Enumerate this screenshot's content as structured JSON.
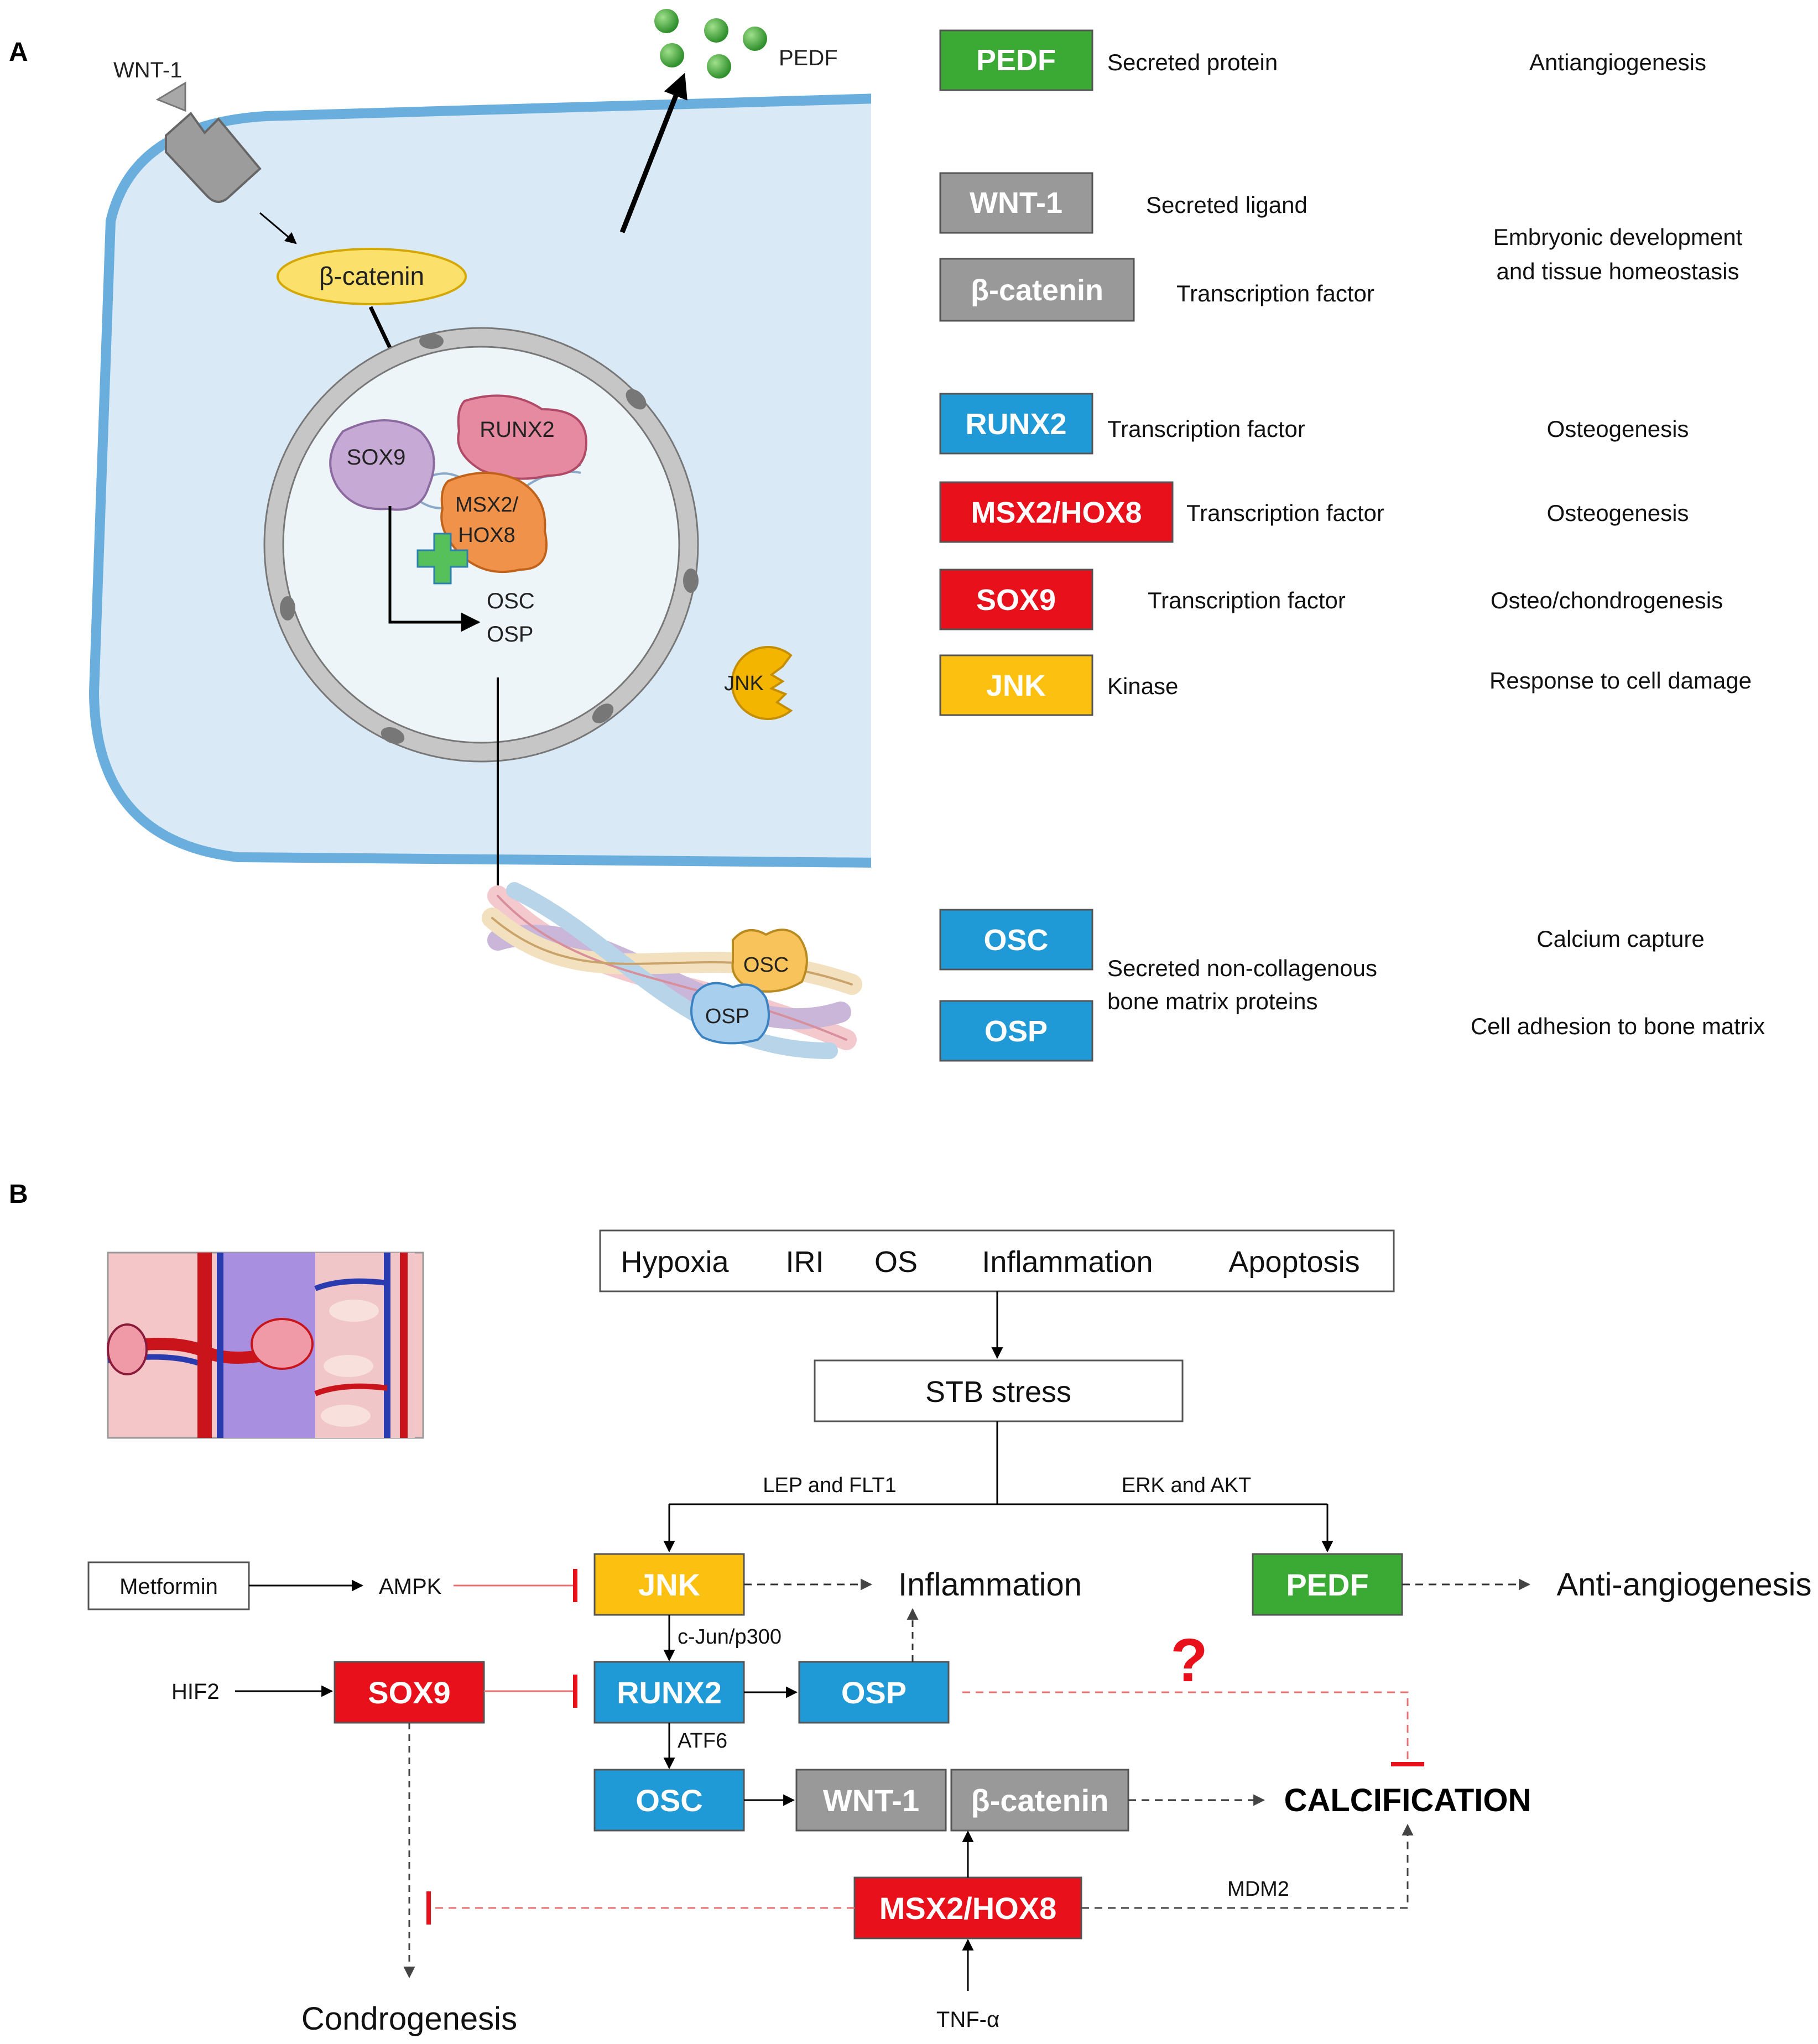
{
  "panel_a": {
    "label": "A",
    "cell": {
      "wnt1": "WNT-1",
      "beta_catenin": "β-catenin",
      "sox9": "SOX9",
      "runx2": "RUNX2",
      "msx2_line1": "MSX2/",
      "msx2_line2": "HOX8",
      "osc": "OSC",
      "osp": "OSP",
      "jnk": "JNK",
      "pedf": "PEDF",
      "fiber_osc": "OSC",
      "fiber_osp": "OSP"
    },
    "legend": [
      {
        "key": "pedf",
        "name": "PEDF",
        "type": "Secreted protein",
        "function": "Antiangiogenesis",
        "color": "#3aaa35"
      },
      {
        "key": "wnt1",
        "name": "WNT-1",
        "type": "Secreted ligand",
        "function": "",
        "color": "#999999"
      },
      {
        "key": "bcat",
        "name": "β-catenin",
        "type": "Transcription factor",
        "function": "",
        "color": "#999999"
      },
      {
        "key": "runx2",
        "name": "RUNX2",
        "type": "Transcription factor",
        "function": "Osteogenesis",
        "color": "#1f9ad6"
      },
      {
        "key": "msx2",
        "name": "MSX2/HOX8",
        "type": "Transcription factor",
        "function": "Osteogenesis",
        "color": "#e8101a"
      },
      {
        "key": "sox9",
        "name": "SOX9",
        "type": "Transcription factor",
        "function": "Osteo/chondrogenesis",
        "color": "#e8101a"
      },
      {
        "key": "jnk",
        "name": "JNK",
        "type": "Kinase",
        "function": "Response to cell damage",
        "color": "#fcc010"
      },
      {
        "key": "osc",
        "name": "OSC",
        "type": "",
        "function": "Calcium capture",
        "color": "#1f9ad6"
      },
      {
        "key": "osp",
        "name": "OSP",
        "type": "",
        "function": "Cell adhesion to bone matrix",
        "color": "#1f9ad6"
      }
    ],
    "wnt_function_line1": "Embryonic development",
    "wnt_function_line2": "and tissue homeostasis",
    "osc_osp_type_line1": "Secreted non-collagenous",
    "osc_osp_type_line2": "bone matrix proteins"
  },
  "panel_b": {
    "label": "B",
    "stressors": [
      "Hypoxia",
      "IRI",
      "OS",
      "Inflammation",
      "Apoptosis"
    ],
    "stb_stress": "STB stress",
    "lep_flt1": "LEP and FLT1",
    "erk_akt": "ERK and AKT",
    "metformin": "Metformin",
    "ampk": "AMPK",
    "jnk": "JNK",
    "inflammation": "Inflammation",
    "pedf": "PEDF",
    "anti_angiogenesis": "Anti-angiogenesis",
    "cjun": "c-Jun/p300",
    "question": "?",
    "hif2": "HIF2",
    "sox9": "SOX9",
    "runx2": "RUNX2",
    "osp": "OSP",
    "atf6": "ATF6",
    "osc": "OSC",
    "wnt1": "WNT-1",
    "beta_catenin": "β-catenin",
    "calcification": "CALCIFICATION",
    "mdm2": "MDM2",
    "msx2": "MSX2/HOX8",
    "condrogenesis": "Condrogenesis",
    "tnf": "TNF-α"
  },
  "colors": {
    "blue": "#1f9ad6",
    "red": "#e8101a",
    "grey": "#999999",
    "green": "#3aaa35",
    "yellow": "#fcc010",
    "cytoplasm": "#d9e9f6",
    "membrane": "#6aaede"
  }
}
